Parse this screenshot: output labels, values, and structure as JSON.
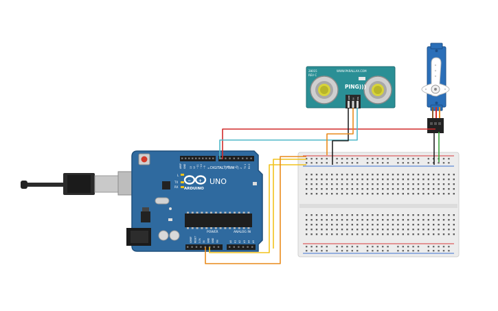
{
  "arduino": {
    "brand": "ARDUINO",
    "model": "UNO",
    "digital_label": "DIGITAL (PWM~)",
    "power_label": "POWER",
    "analog_label": "ANALOG IN",
    "tx_label": "TX",
    "rx_label": "RX",
    "l_label": "L",
    "aref_label": "AREF",
    "gnd_label": "GND",
    "pin_labels_digital": [
      "13",
      "12",
      "~11",
      "~10",
      "~9",
      "8",
      "7",
      "~6",
      "~5",
      "4",
      "~3",
      "2",
      "TX 1",
      "RX 0"
    ],
    "pin_labels_power": [
      "IOREF",
      "RESET",
      "3.3V",
      "5V",
      "GND",
      "GND",
      "Vin"
    ],
    "pin_labels_analog": [
      "A0",
      "A1",
      "A2",
      "A3",
      "A4",
      "A5"
    ],
    "colors": {
      "board": "#2f6a9f",
      "board_edge": "#1f4f7c",
      "text": "#ffffff"
    }
  },
  "sensor": {
    "name": "PING)))",
    "url": "WWW.PARALLAX.COM",
    "code": "28015",
    "rev": "REV C",
    "pins": [
      "GND",
      "5V",
      "SIG"
    ],
    "colors": {
      "pcb": "#2a8f95"
    }
  },
  "servo": {
    "colors": {
      "body": "#2b6fb8",
      "horn": "#ffffff"
    }
  },
  "breadboard": {
    "colors": {
      "body": "#ececec",
      "rail_red": "#d9383a",
      "rail_blue": "#3a6fd0"
    }
  },
  "wires": {
    "colors": {
      "red": "#d12a2a",
      "cyan": "#4fb9c9",
      "orange": "#e98a1a",
      "yellow": "#f2c21b",
      "black": "#222222",
      "green": "#39a13a",
      "brown": "#8a5a2b"
    }
  }
}
